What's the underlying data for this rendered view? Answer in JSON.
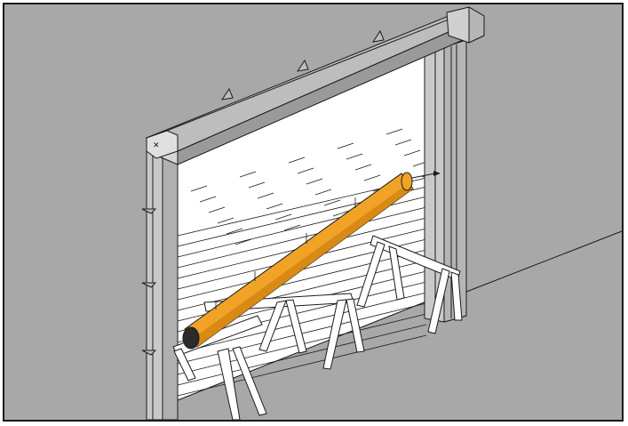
{
  "figure": {
    "background": "#ffffff",
    "frame_color": "#1a1a1a",
    "wall_color": "#a8a8a8",
    "post_color": "#c9c9c9",
    "header_color": "#bdbdbd",
    "roll_color": "#f0a326",
    "roll_shadow_color": "#d98a14",
    "floor_color": "#ffffff",
    "components": [
      "door-frame-left-post",
      "door-frame-right-post",
      "top-header-beam",
      "motor-housing",
      "fabric-roll",
      "sawhorse-1",
      "sawhorse-2",
      "sawhorse-3",
      "mounting-brackets",
      "floor-tiles"
    ]
  }
}
